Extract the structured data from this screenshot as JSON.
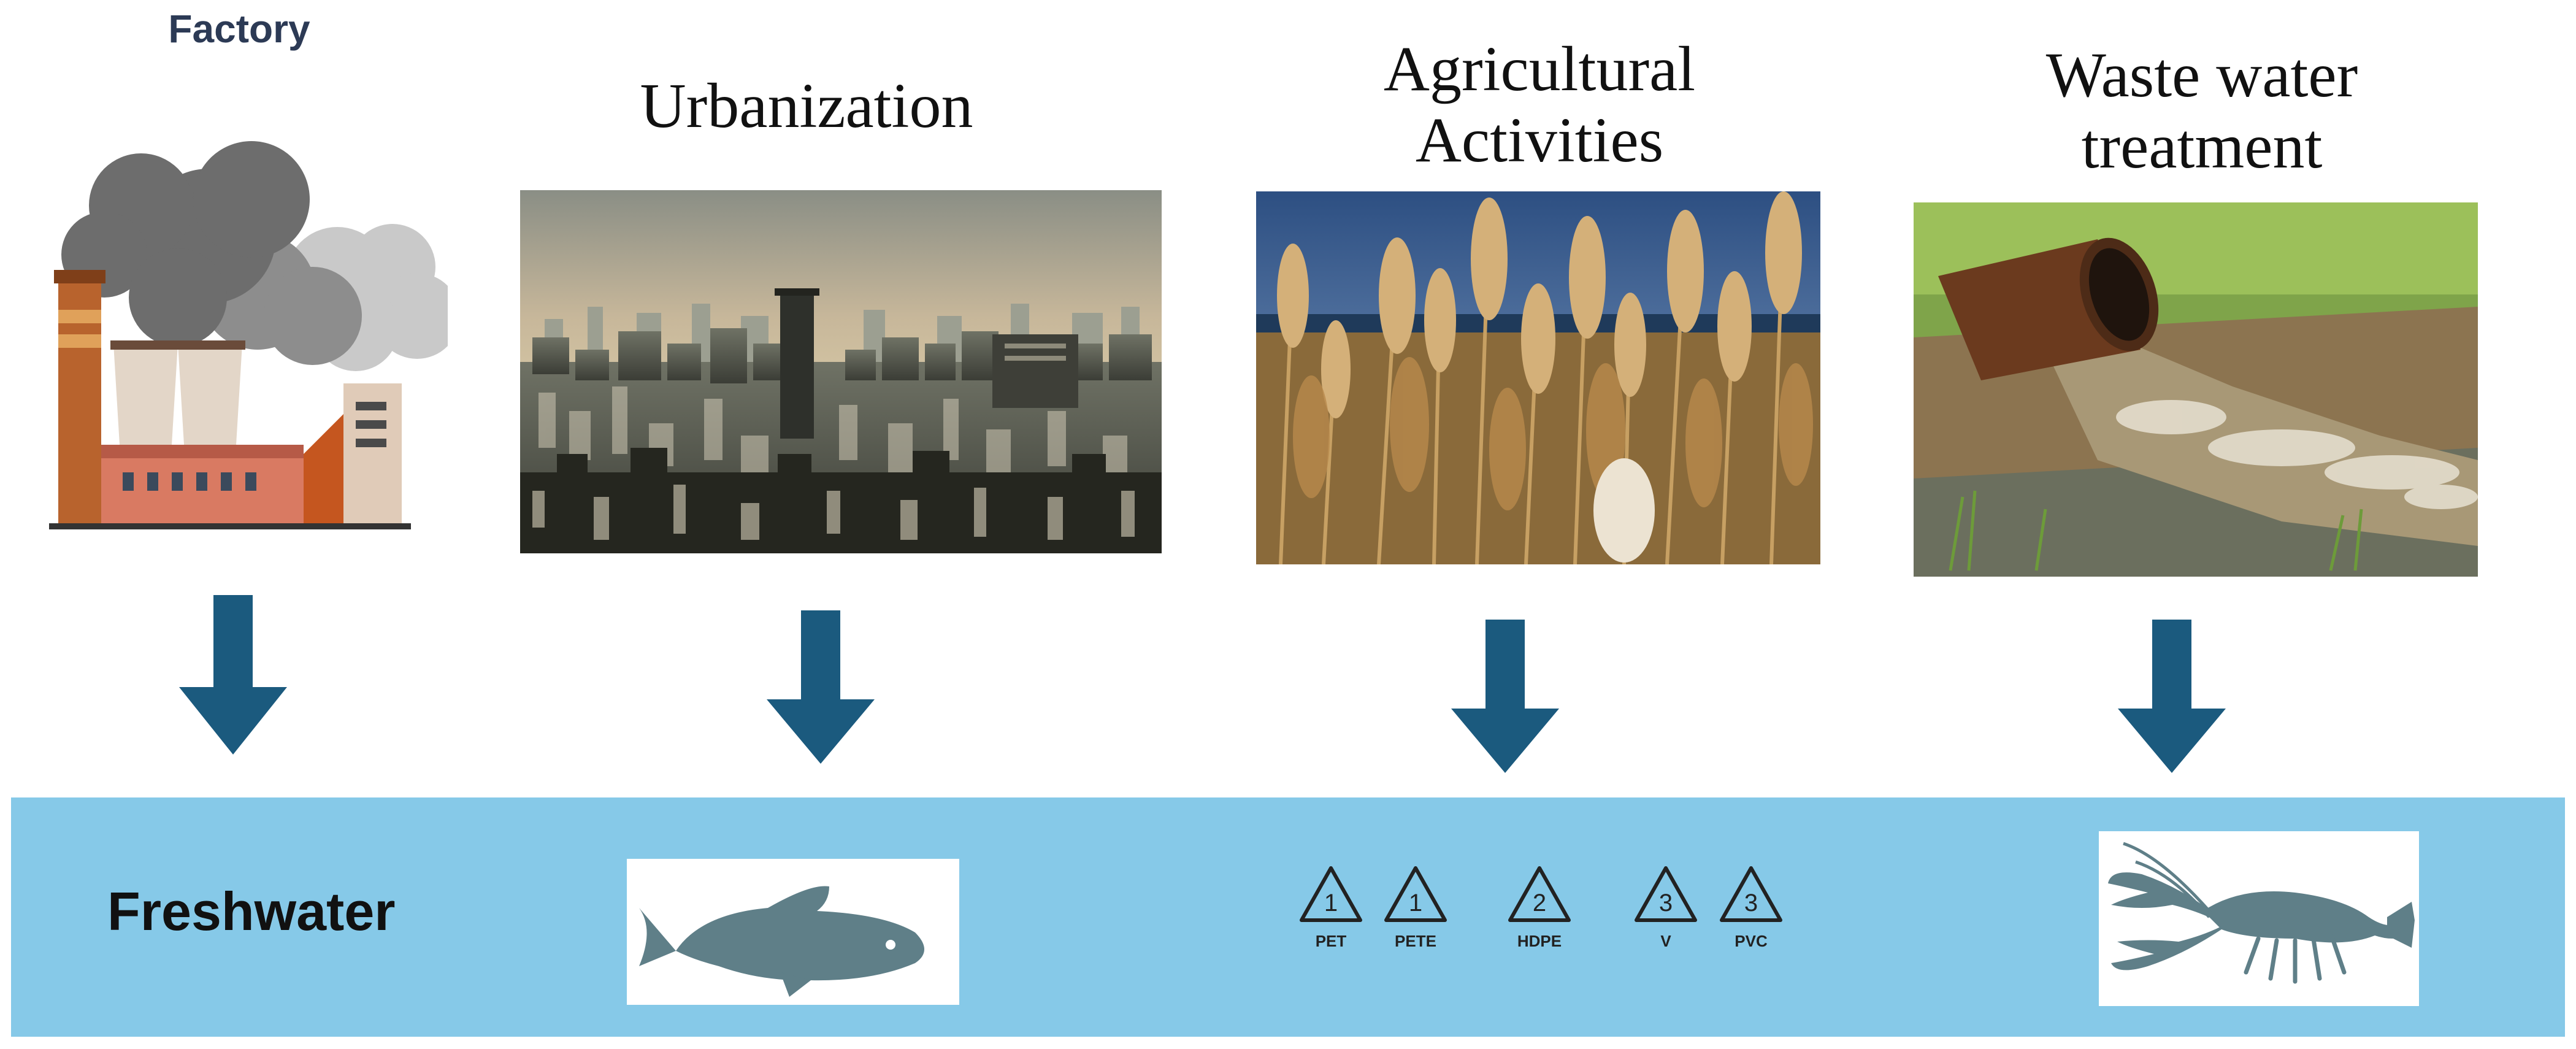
{
  "sources": [
    {
      "label": "Factory"
    },
    {
      "label": "Urbanization"
    },
    {
      "label": "Agricultural Activities"
    },
    {
      "label": "Waste water treatment"
    }
  ],
  "destination": {
    "label": "Freshwater"
  },
  "recycling_codes": [
    {
      "number": "1",
      "code": "PET"
    },
    {
      "number": "1",
      "code": "PETE"
    },
    {
      "number": "2",
      "code": "HDPE"
    },
    {
      "number": "3",
      "code": "V"
    },
    {
      "number": "3",
      "code": "PVC"
    }
  ],
  "colors": {
    "arrow": "#1b5a7e",
    "band": "#86c9e8",
    "silhouette": "#5f7f88"
  },
  "icons": [
    "factory-icon",
    "city-photo",
    "wheat-photo",
    "pipe-outflow-photo",
    "fish-icon",
    "crayfish-icon",
    "recycling-symbol-icon",
    "down-arrow-icon"
  ]
}
